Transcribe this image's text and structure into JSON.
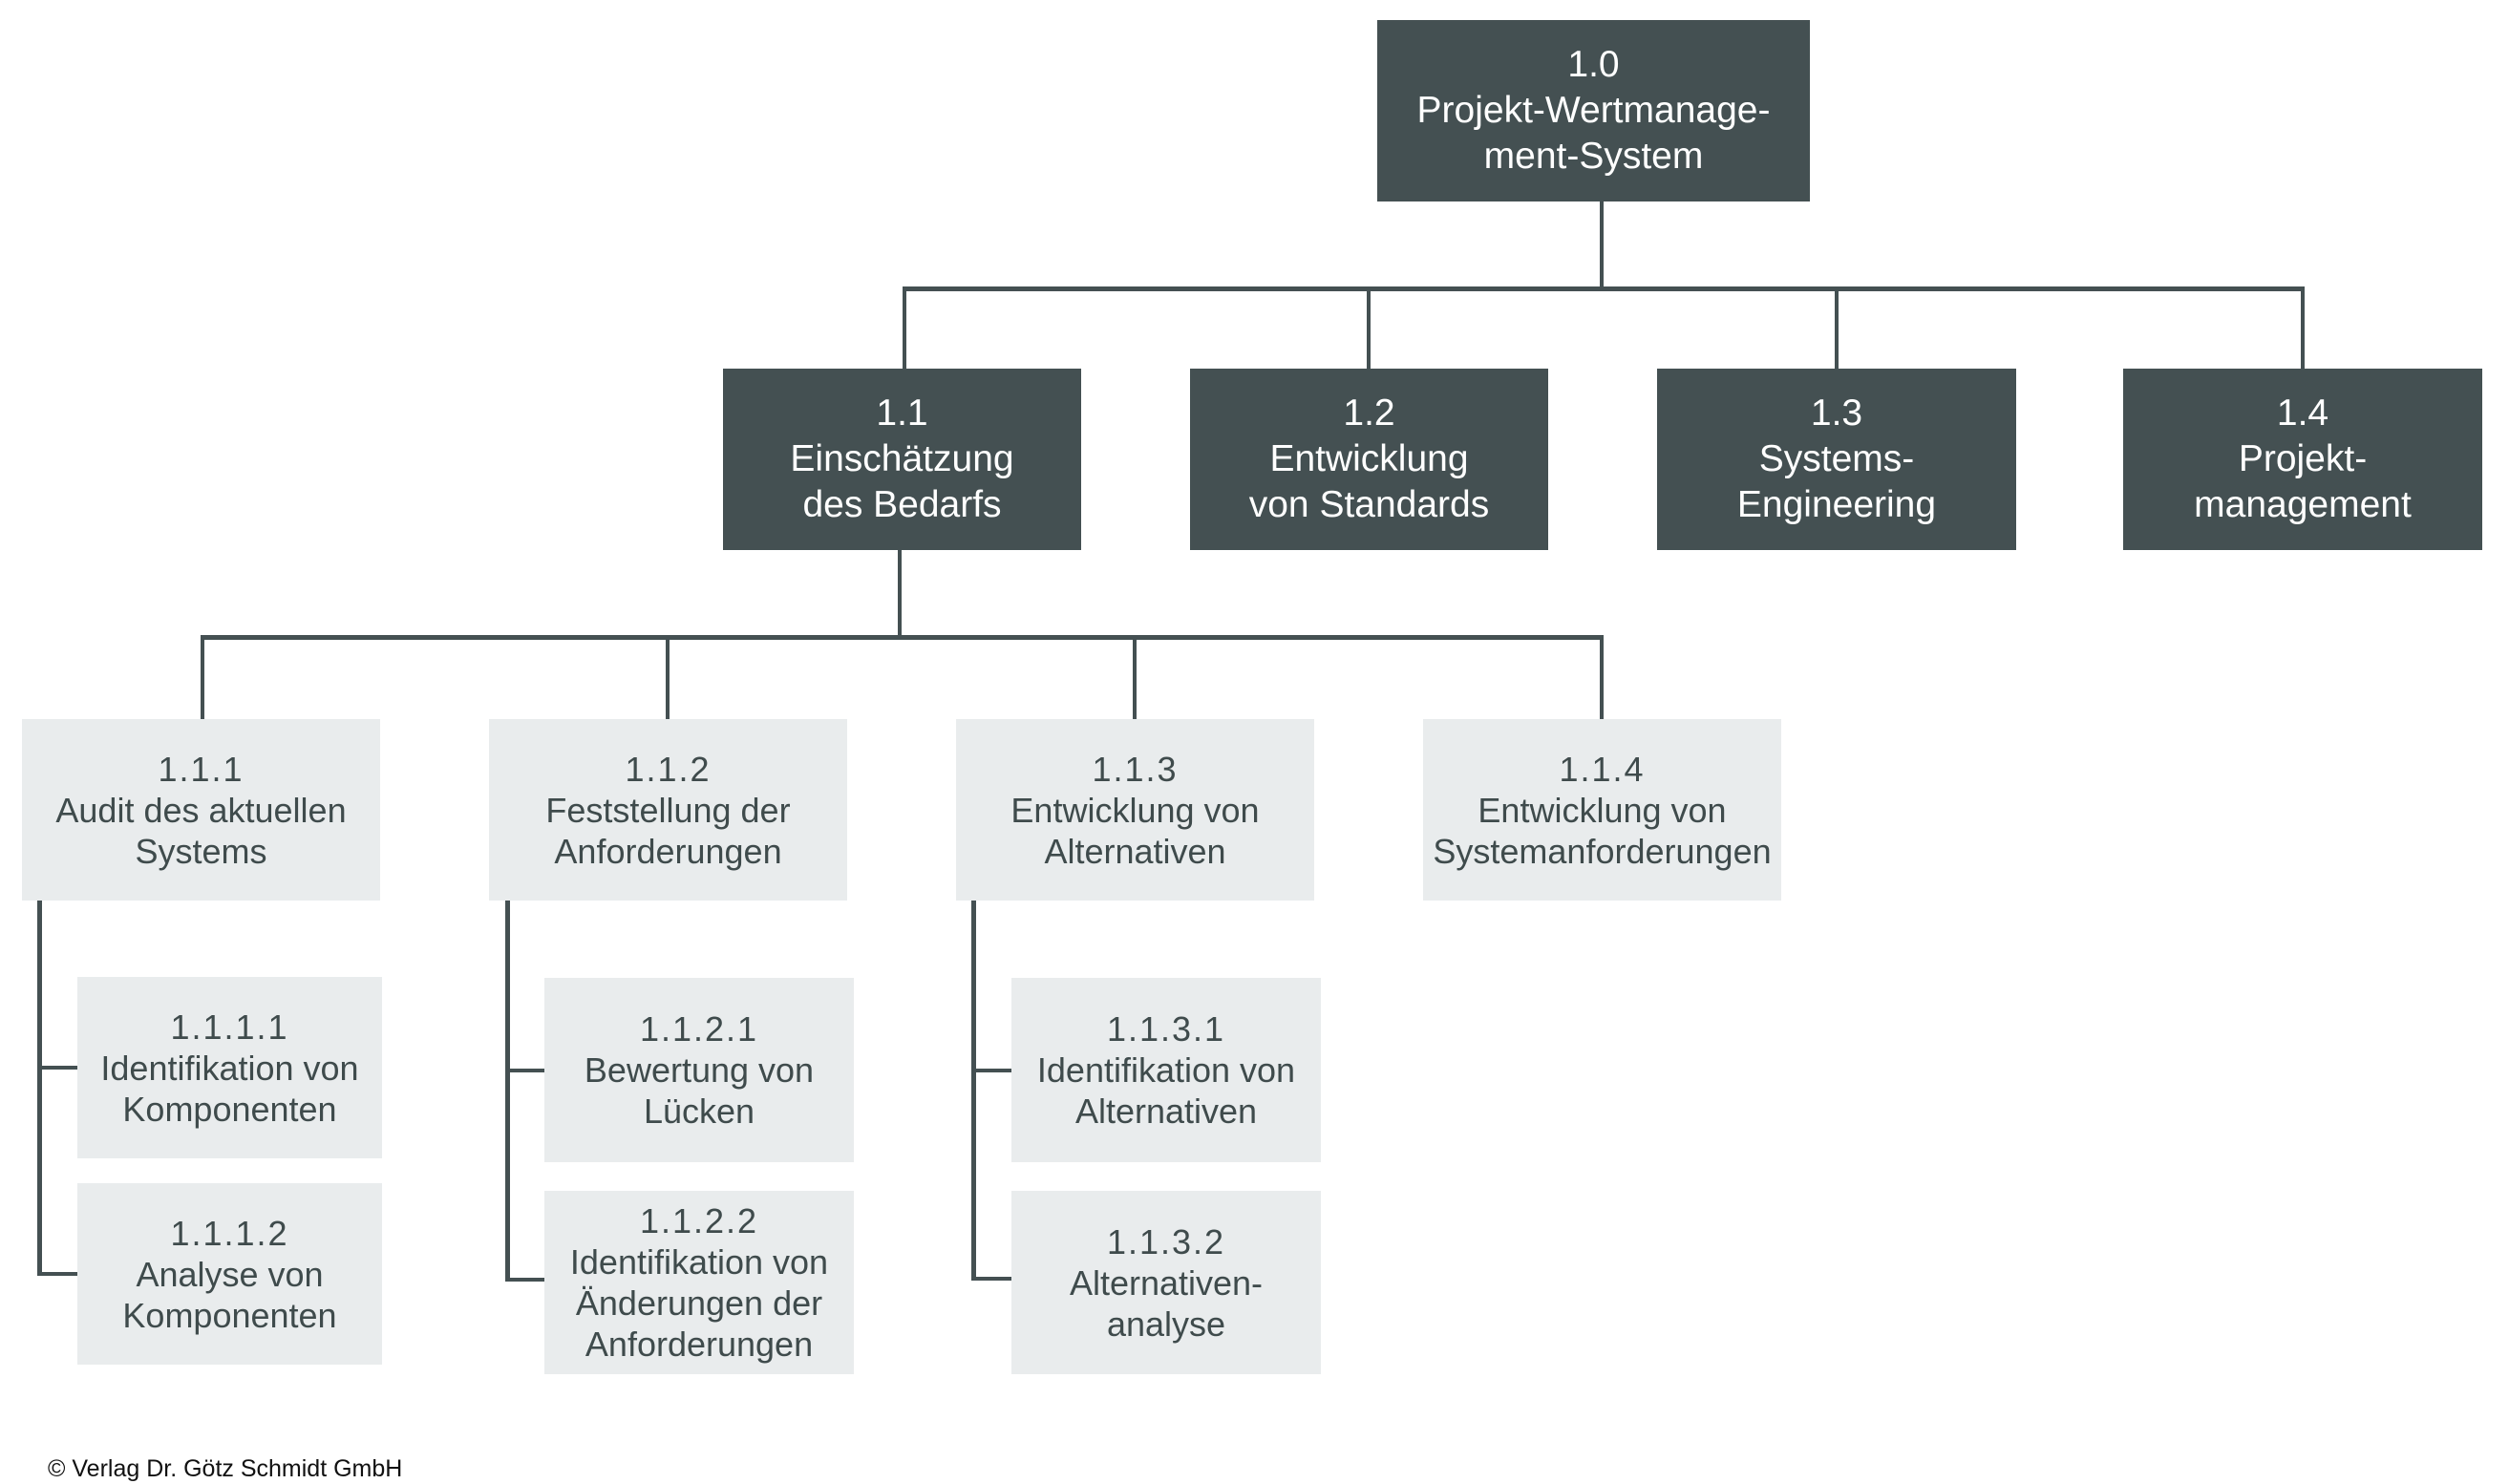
{
  "title": "Projekt-Wertmanagement-System Strukturplan",
  "colors": {
    "level1": "#445052",
    "level3": "#e9eced",
    "connector": "#445052",
    "dark_text": "#ffffff",
    "light_text": "#3f4b4c"
  },
  "nodes": {
    "n1_0": {
      "code": "1.0",
      "lines": [
        "Projekt-Wertmanage-",
        "ment-System"
      ]
    },
    "n1_1": {
      "code": "1.1",
      "lines": [
        "Einschätzung",
        "des Bedarfs"
      ]
    },
    "n1_2": {
      "code": "1.2",
      "lines": [
        "Entwicklung",
        "von Standards"
      ]
    },
    "n1_3": {
      "code": "1.3",
      "lines": [
        "Systems-",
        "Engineering"
      ]
    },
    "n1_4": {
      "code": "1.4",
      "lines": [
        "Projekt-",
        "management"
      ]
    },
    "n1_1_1": {
      "code": "1.1.1",
      "lines": [
        "Audit des aktuellen",
        "Systems"
      ]
    },
    "n1_1_2": {
      "code": "1.1.2",
      "lines": [
        "Feststellung der",
        "Anforderungen"
      ]
    },
    "n1_1_3": {
      "code": "1.1.3",
      "lines": [
        "Entwicklung von",
        "Alternativen"
      ]
    },
    "n1_1_4": {
      "code": "1.1.4",
      "lines": [
        "Entwicklung von",
        "Systemanforderungen"
      ]
    },
    "n1_1_1_1": {
      "code": "1.1.1.1",
      "lines": [
        "Identifikation von",
        "Komponenten"
      ]
    },
    "n1_1_1_2": {
      "code": "1.1.1.2",
      "lines": [
        "Analyse von",
        "Komponenten"
      ]
    },
    "n1_1_2_1": {
      "code": "1.1.2.1",
      "lines": [
        "Bewertung von",
        "Lücken"
      ]
    },
    "n1_1_2_2": {
      "code": "1.1.2.2",
      "lines": [
        "Identifikation von",
        "Änderungen der",
        "Anforderungen"
      ]
    },
    "n1_1_3_1": {
      "code": "1.1.3.1",
      "lines": [
        "Identifikation von",
        "Alternativen"
      ]
    },
    "n1_1_3_2": {
      "code": "1.1.3.2",
      "lines": [
        "Alternativen-",
        "analyse"
      ]
    }
  },
  "footer": {
    "copyright": "© Verlag Dr. Götz Schmidt GmbH"
  }
}
